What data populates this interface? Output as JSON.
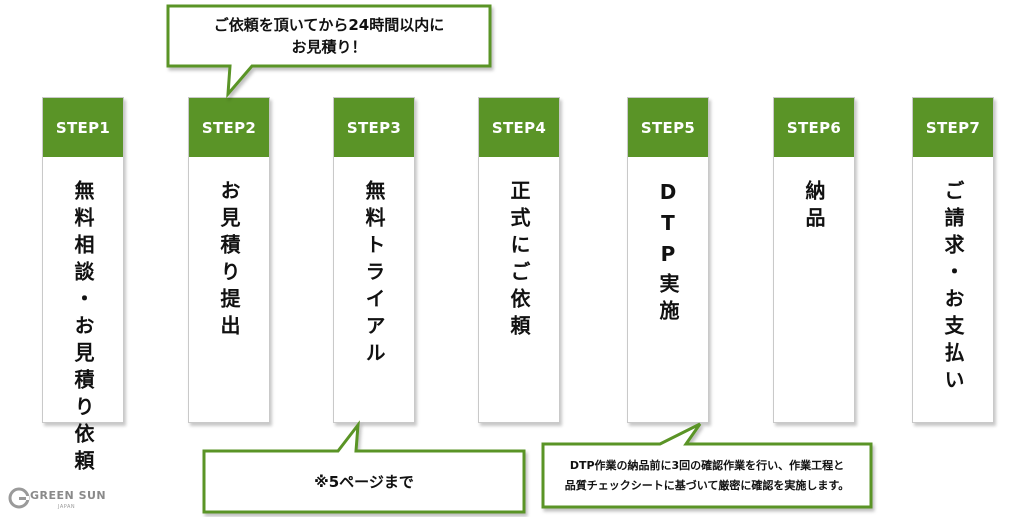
{
  "steps": [
    {
      "label": "STEP1",
      "text": "無料相談・お見積り依頼"
    },
    {
      "label": "STEP2",
      "text": "お見積り提出"
    },
    {
      "label": "STEP3",
      "text": "無料トライアル"
    },
    {
      "label": "STEP4",
      "text": "正式にご依頼"
    },
    {
      "label": "STEP5",
      "text": "DTP実施"
    },
    {
      "label": "STEP6",
      "text": "納品"
    },
    {
      "label": "STEP7",
      "text": "ご請求・お支払い"
    }
  ],
  "callouts": {
    "quote_line1": "ご依頼を頂いてから24時間以内に",
    "quote_line2": "お見積り！",
    "trial_note": "※5ページまで",
    "dtp_line1": "DTP作業の納品前に3回の確認作業を行い、作業工程と",
    "dtp_line2": "品質チェックシートに基づいて厳密に確認を実施します。"
  },
  "logo": {
    "name": "GREEN SUN",
    "sub": "JAPAN"
  },
  "colors": {
    "accent": "#5a9427",
    "callout_border": "#5a9427",
    "logo_gray": "#8a8a8a"
  }
}
